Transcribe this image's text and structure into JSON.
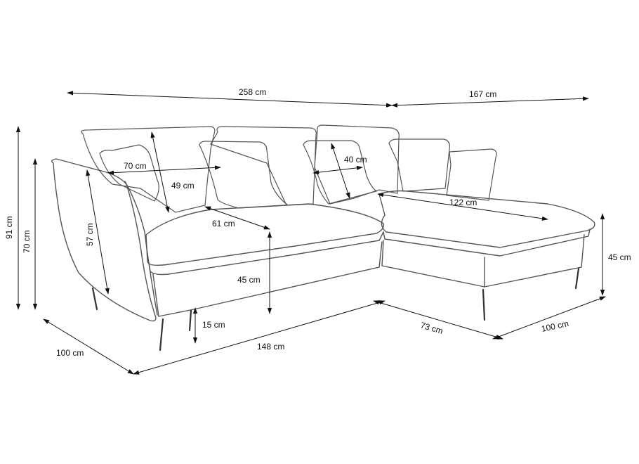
{
  "dimensions": {
    "total_width": "258 cm",
    "chaise_length": "167 cm",
    "total_height": "91 cm",
    "arm_height": "70 cm",
    "backrest_height": "57 cm",
    "pillow_large_width": "70 cm",
    "pillow_large_height": "49 cm",
    "pillow_small": "40 cm",
    "chaise_seat_length": "122 cm",
    "seat_depth": "61 cm",
    "seat_height": "45 cm",
    "seat_height_chaise": "45 cm",
    "leg_height": "15 cm",
    "sofa_depth": "100 cm",
    "front_length": "148 cm",
    "chaise_width": "73 cm",
    "chaise_depth": "100 cm"
  },
  "colors": {
    "outline": "#555555",
    "dimension": "#111111"
  }
}
